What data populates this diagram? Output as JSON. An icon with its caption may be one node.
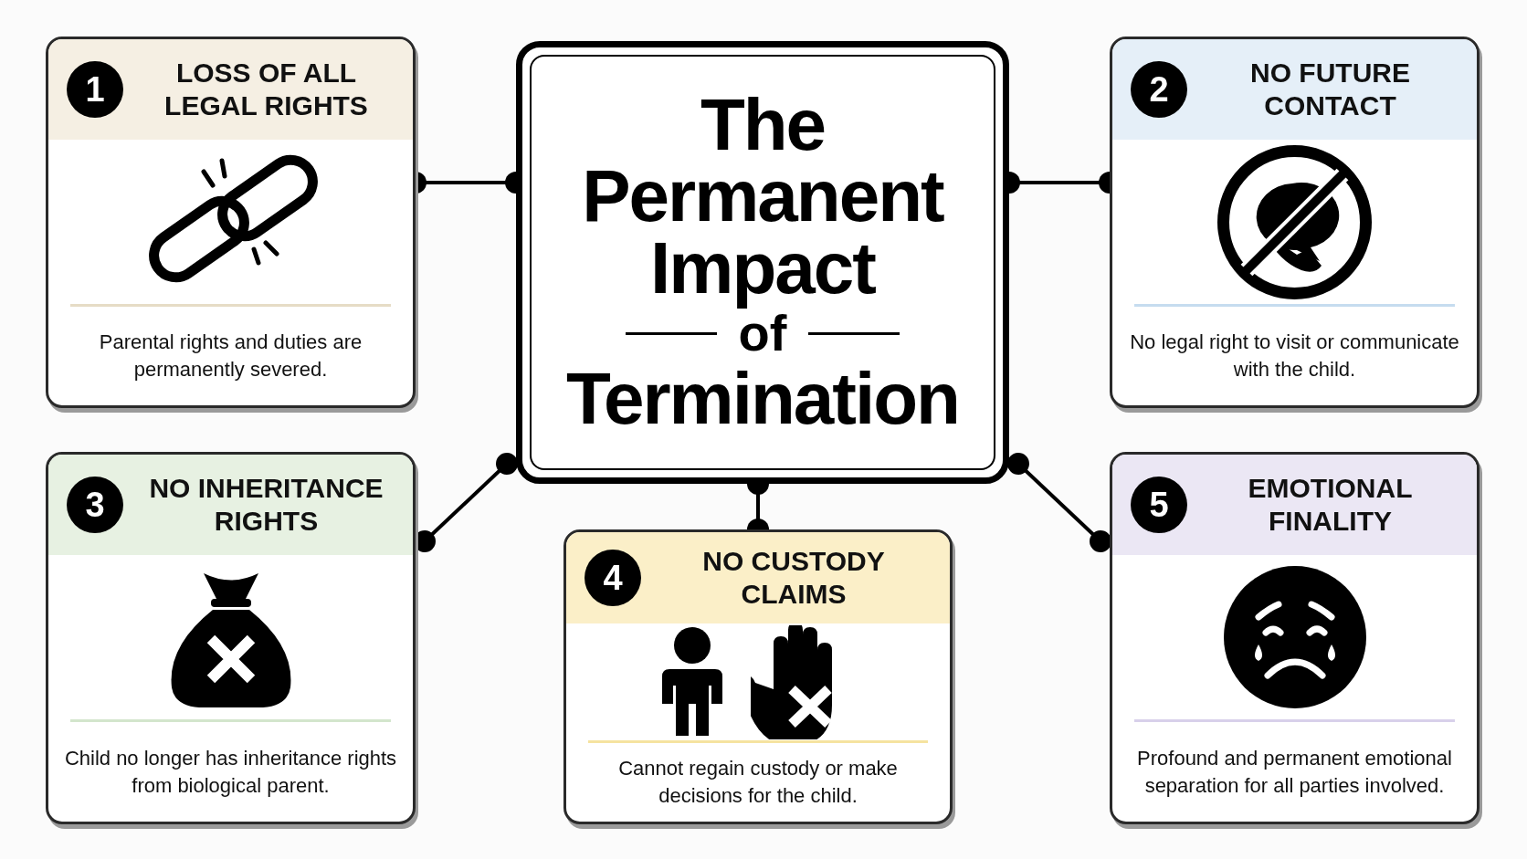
{
  "diagram": {
    "nodes": [
      {
        "text": [
          "The Permanent Impact",
          "of",
          "Termination"
        ]
      },
      {
        "text": [
          "1",
          "LOSS OF ALL LEGAL RIGHTS",
          "Parental rights and duties are permanently severed."
        ]
      },
      {
        "text": [
          "2",
          "NO FUTURE CONTACT",
          "No legal right to visit or communicate with the child."
        ]
      },
      {
        "text": [
          "3",
          "NO INHERITANCE RIGHTS",
          "Child no longer has inheritance rights from biological parent."
        ]
      },
      {
        "text": [
          "4",
          "NO CUSTODY CLAIMS",
          "Cannot regain custody or make decisions for the child."
        ]
      },
      {
        "text": [
          "5",
          "EMOTIONAL FINALITY",
          "Profound and permanent emotional separation for all parties involved."
        ]
      }
    ],
    "edges": [
      {
        "from": 0,
        "to": 1,
        "arrow": "other"
      },
      {
        "from": 0,
        "to": 2,
        "arrow": "other"
      },
      {
        "from": 0,
        "to": 3,
        "arrow": "other"
      },
      {
        "from": 0,
        "to": 4,
        "arrow": "other"
      },
      {
        "from": 0,
        "to": 5,
        "arrow": "other"
      }
    ]
  }
}
